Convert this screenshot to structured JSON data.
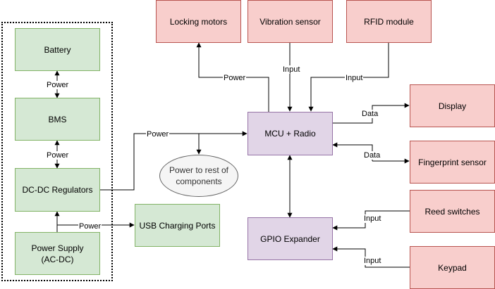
{
  "nodes": {
    "battery": "Battery",
    "bms": "BMS",
    "dcdc": "DC-DC Regulators",
    "power_supply_line1": "Power Supply",
    "power_supply_line2": "(AC-DC)",
    "usb": "USB Charging Ports",
    "power_rest_line1": "Power to rest of",
    "power_rest_line2": "components",
    "locking": "Locking motors",
    "vibration": "Vibration sensor",
    "rfid": "RFID module",
    "mcu": "MCU + Radio",
    "gpio": "GPIO Expander",
    "display": "Display",
    "fingerprint": "Fingerprint sensor",
    "reed": "Reed switches",
    "keypad": "Keypad"
  },
  "edge_labels": {
    "battery_bms": "Power",
    "bms_dcdc": "Power",
    "dcdc_mcu": "Power",
    "ps_usb": "Power",
    "mcu_locking": "Power",
    "vibration_mcu": "Input",
    "rfid_mcu": "Input",
    "mcu_display": "Data",
    "fingerprint_mcu": "Data",
    "reed_gpio": "Input",
    "keypad_gpio": "Input"
  },
  "colors": {
    "power_fill": "#d5e8d4",
    "power_stroke": "#82b366",
    "peripheral_fill": "#f8cecc",
    "peripheral_stroke": "#b85450",
    "mcu_fill": "#e1d5e7",
    "mcu_stroke": "#9673a6",
    "note_fill": "#f5f5f5",
    "note_stroke": "#666666"
  }
}
